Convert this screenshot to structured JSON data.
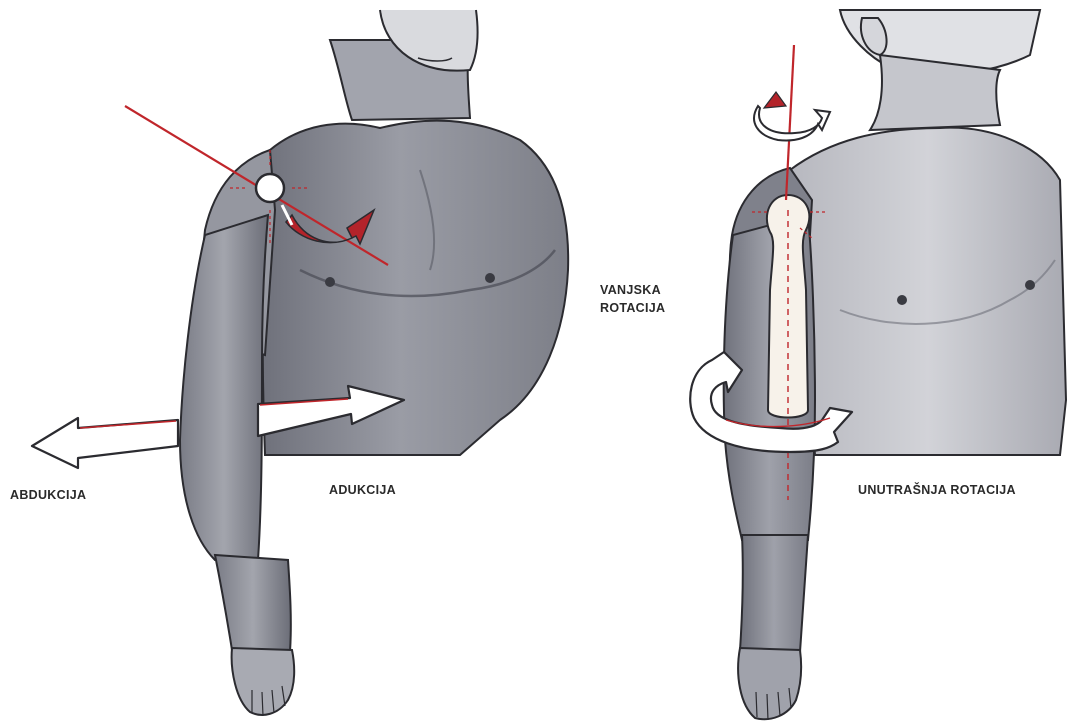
{
  "labels": {
    "abduction": "ABDUKCIJA",
    "adduction": "ADUKCIJA",
    "external_rotation_line1": "VANJSKA",
    "external_rotation_line2": "ROTACIJA",
    "internal_rotation": "UNUTRAŠNJA ROTACIJA"
  },
  "colors": {
    "skin_shade": "#8d8f98",
    "skin_light": "#c9cad0",
    "skin_dark": "#4a4c55",
    "outline": "#2b2b30",
    "axis_red": "#c0262b",
    "arrow_fill": "#ffffff",
    "background": "#ffffff"
  },
  "icons": {
    "abduction_arrow": "arrow-left-icon",
    "adduction_arrow": "arrow-right-icon",
    "external_rotation_arrow": "curved-arrow-icon",
    "internal_rotation_arrow": "circular-arrow-icon",
    "shoulder_joint": "joint-circle-icon",
    "humerus_bone": "bone-icon"
  }
}
